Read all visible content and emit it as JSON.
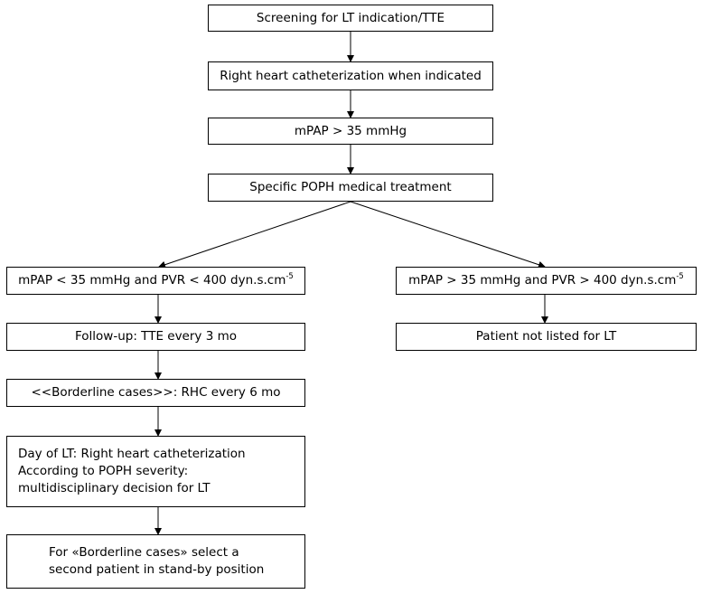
{
  "nodes": {
    "screening": "Screening for LT indication/TTE",
    "rhc": "Right heart catheterization when indicated",
    "mpap": "mPAP > 35 mmHg",
    "treatment": "Specific POPH medical treatment",
    "left_cond": "mPAP < 35 mmHg and PVR < 400 dyn.s.cm",
    "left_cond_sup": "-5",
    "right_cond": "mPAP > 35 mmHg and PVR > 400 dyn.s.cm",
    "right_cond_sup": "-5",
    "followup": "Follow-up: TTE every 3 mo",
    "not_listed": "Patient not listed for LT",
    "borderline": "<<Borderline cases>>: RHC every 6 mo",
    "day_of_lt": [
      "Day of LT: Right heart catheterization",
      "According to POPH severity:",
      "multidisciplinary decision for LT"
    ],
    "standby": [
      "For «Borderline cases» select a",
      "second patient in stand-by position"
    ]
  }
}
